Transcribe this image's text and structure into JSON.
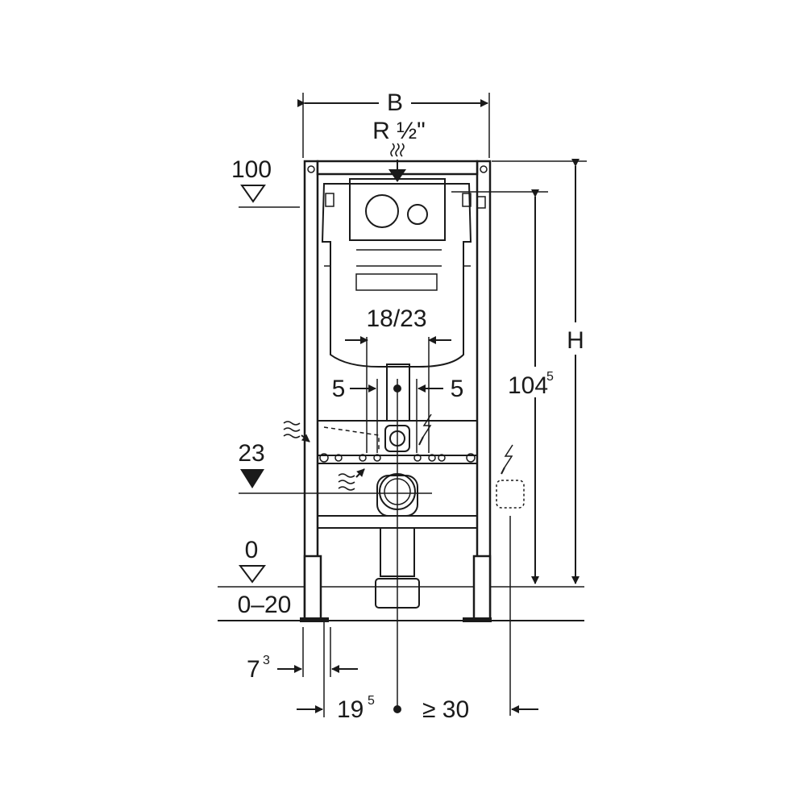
{
  "labels": {
    "width": "B",
    "connection": "R ½\"",
    "level_top": "100",
    "height": "H",
    "frame_height": "104",
    "frame_height_sup": "5",
    "drain_spacing": "18/23",
    "left_offset": "5",
    "right_offset": "5",
    "drain_level": "23",
    "floor_level": "0",
    "floor_range": "0–20",
    "foot_depth": "7",
    "foot_depth_sup": "3",
    "drain_distance": "19",
    "drain_distance_sup": "5",
    "min_clearance": "≥ 30"
  },
  "colors": {
    "line": "#1a1a1a",
    "background": "#ffffff"
  }
}
